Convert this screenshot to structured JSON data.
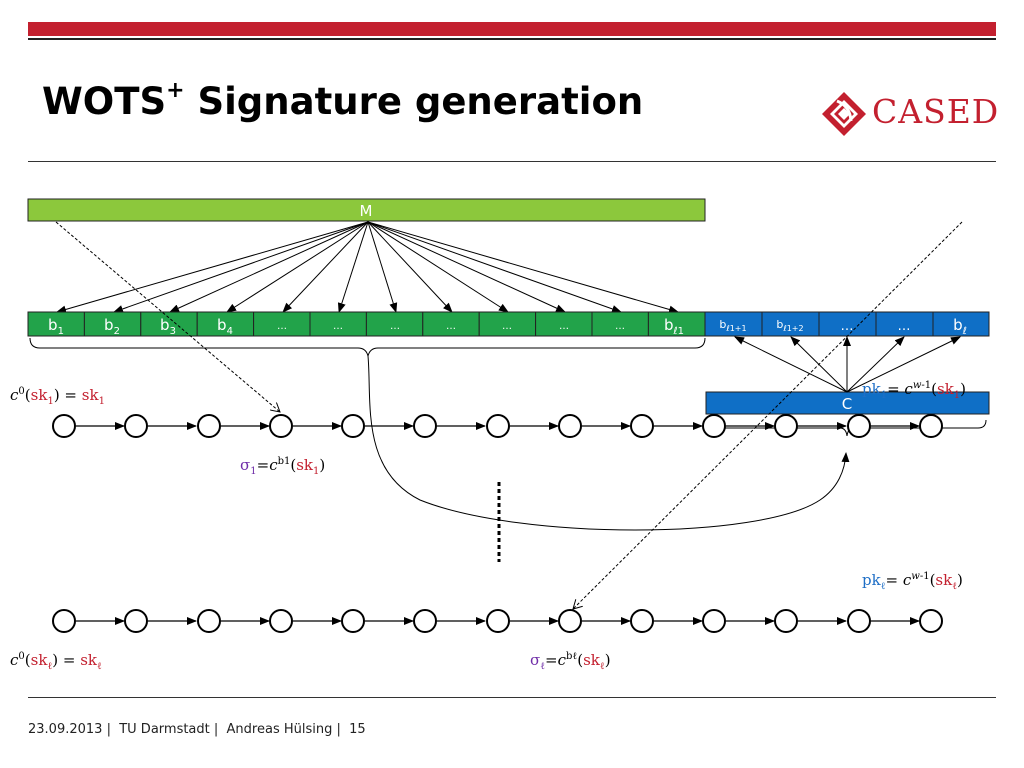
{
  "slide": {
    "title": "WOTS",
    "title_sup": "+",
    "title_rest": " Signature generation"
  },
  "logo": {
    "text": "CASED"
  },
  "colors": {
    "brand_red": "#c3202f",
    "green": "#22a34a",
    "green_light": "#8cc83c",
    "blue": "#0f6fc6",
    "label_red": "#c3202f",
    "label_blue": "#1f6fc6",
    "label_purple": "#6f2da8"
  },
  "diagram": {
    "message_label": "M",
    "c_label": "C",
    "green_blocks": [
      "b1",
      "b2",
      "b3",
      "b4",
      "…",
      "…",
      "…",
      "…",
      "…",
      "…",
      "…",
      "bℓ1"
    ],
    "blue_blocks": [
      "bℓ1+1",
      "bℓ1+2",
      "…",
      "…",
      "bℓ"
    ],
    "chain1_start_label": "c0(sk1) = sk1",
    "sigma1_label": "σ1=cb1(sk1)",
    "pk1_label": "pk1= cw-1(sk1)",
    "pkl_label": "pkℓ= cw-1(skℓ)",
    "chainl_start_label": "c0(skℓ) = skℓ",
    "sigmal_label": "σℓ=cbℓ(skℓ)"
  },
  "footer": {
    "date": "23.09.2013",
    "org": "TU Darmstadt",
    "author": "Andreas Hülsing",
    "page": "15"
  }
}
